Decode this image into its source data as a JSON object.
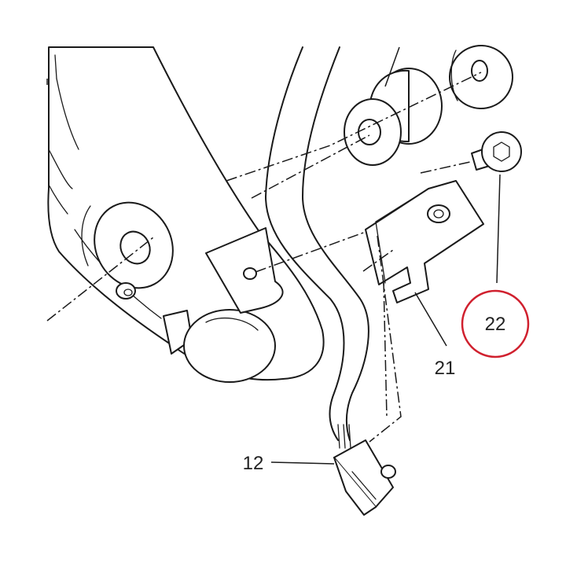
{
  "callouts": {
    "c12": "12",
    "c21": "21",
    "c22": "22"
  },
  "highlight": {
    "target": "22",
    "color": "#d0202e"
  },
  "colors": {
    "ink": "#1a1a1a",
    "background": "#ffffff"
  }
}
